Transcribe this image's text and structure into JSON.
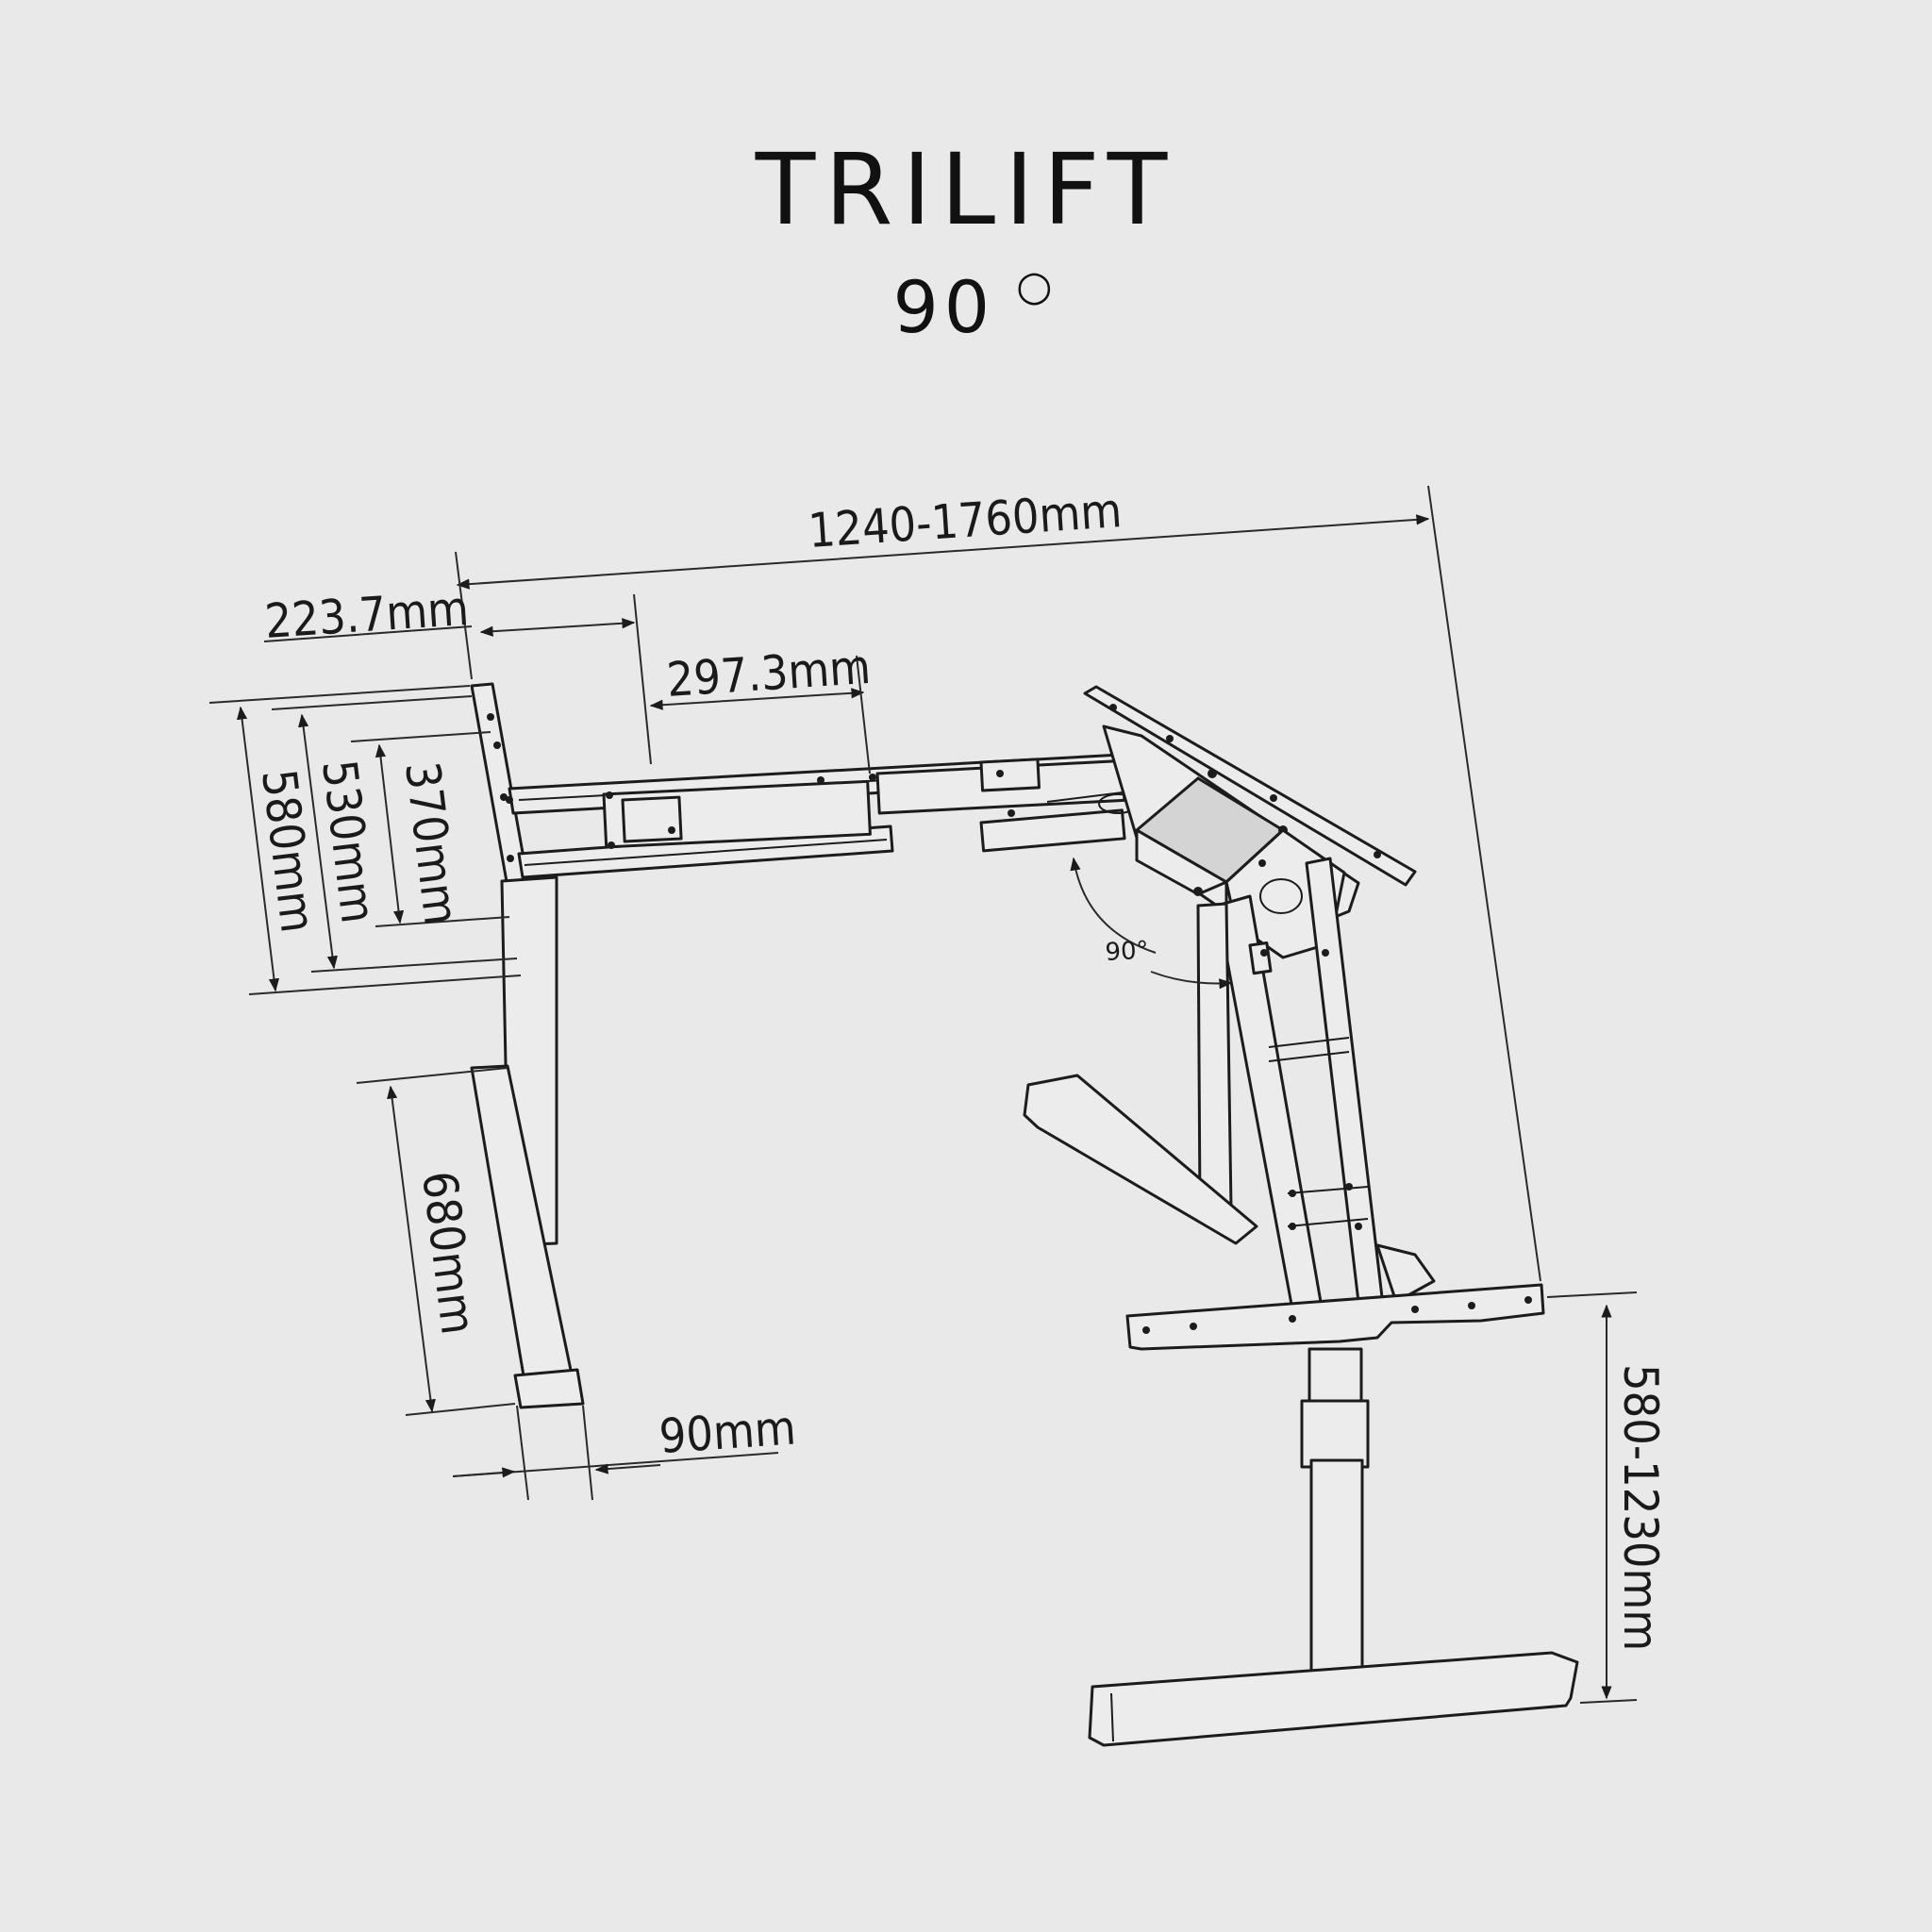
{
  "header": {
    "product_name": "TRILIFT",
    "angle_value": "90",
    "angle_symbol": "○"
  },
  "dimensions": {
    "overall_width": "1240-1760mm",
    "side_width": "223.7mm",
    "middle_width": "297.3mm",
    "depth_580": "580mm",
    "depth_530": "530mm",
    "depth_370": "370mm",
    "foot_length": "680mm",
    "foot_width": "90mm",
    "corner_angle": "90°",
    "height_range": "580-1230mm"
  }
}
